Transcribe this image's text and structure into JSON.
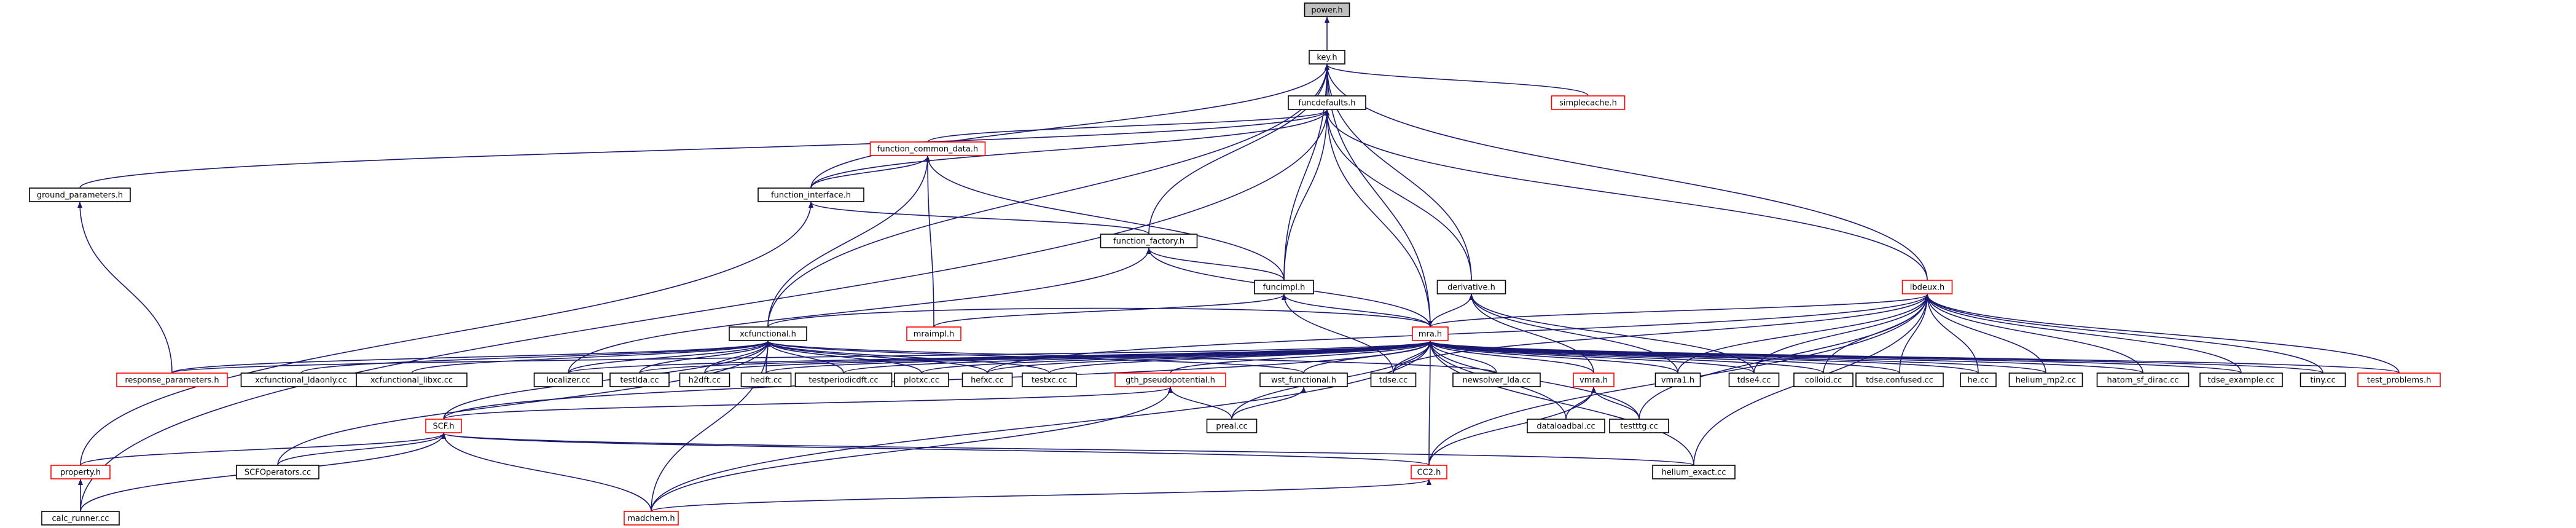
{
  "diagram": {
    "colors": {
      "edge": "#191970",
      "documented_border": "#000000",
      "undocumented_border": "#ff0000",
      "root_fill": "#bfbfbf",
      "background": "#ffffff"
    },
    "nodes": [
      {
        "id": "power_h",
        "label": "power.h",
        "style": "root"
      },
      {
        "id": "key_h",
        "label": "key.h",
        "style": "black"
      },
      {
        "id": "simplecache_h",
        "label": "simplecache.h",
        "style": "red"
      },
      {
        "id": "funcdefaults_h",
        "label": "funcdefaults.h",
        "style": "black"
      },
      {
        "id": "function_common_data_h",
        "label": "function_common_data.h",
        "style": "red"
      },
      {
        "id": "ground_parameters_h",
        "label": "ground_parameters.h",
        "style": "black"
      },
      {
        "id": "function_interface_h",
        "label": "function_interface.h",
        "style": "black"
      },
      {
        "id": "function_factory_h",
        "label": "function_factory.h",
        "style": "black"
      },
      {
        "id": "funcimpl_h",
        "label": "funcimpl.h",
        "style": "black"
      },
      {
        "id": "derivative_h",
        "label": "derivative.h",
        "style": "black"
      },
      {
        "id": "lbdeux_h",
        "label": "lbdeux.h",
        "style": "red"
      },
      {
        "id": "mraimpl_h",
        "label": "mraimpl.h",
        "style": "red"
      },
      {
        "id": "xcfunctional_h",
        "label": "xcfunctional.h",
        "style": "black"
      },
      {
        "id": "mra_h",
        "label": "mra.h",
        "style": "red"
      },
      {
        "id": "response_parameters_h",
        "label": "response_parameters.h",
        "style": "red"
      },
      {
        "id": "xcfunctional_ldaonly_cc",
        "label": "xcfunctional_ldaonly.cc",
        "style": "black"
      },
      {
        "id": "xcfunctional_libxc_cc",
        "label": "xcfunctional_libxc.cc",
        "style": "black"
      },
      {
        "id": "localizer_cc",
        "label": "localizer.cc",
        "style": "black"
      },
      {
        "id": "testlda_cc",
        "label": "testlda.cc",
        "style": "black"
      },
      {
        "id": "h2dft_cc",
        "label": "h2dft.cc",
        "style": "black"
      },
      {
        "id": "hedft_cc",
        "label": "hedft.cc",
        "style": "black"
      },
      {
        "id": "testperiodicdft_cc",
        "label": "testperiodicdft.cc",
        "style": "black"
      },
      {
        "id": "plotxc_cc",
        "label": "plotxc.cc",
        "style": "black"
      },
      {
        "id": "hefxc_cc",
        "label": "hefxc.cc",
        "style": "black"
      },
      {
        "id": "testxc_cc",
        "label": "testxc.cc",
        "style": "black"
      },
      {
        "id": "gth_pseudopotential_h",
        "label": "gth_pseudopotential.h",
        "style": "red"
      },
      {
        "id": "wst_functional_h",
        "label": "wst_functional.h",
        "style": "black"
      },
      {
        "id": "tdse_cc",
        "label": "tdse.cc",
        "style": "black"
      },
      {
        "id": "newsolver_lda_cc",
        "label": "newsolver_lda.cc",
        "style": "black"
      },
      {
        "id": "vmra_h",
        "label": "vmra.h",
        "style": "red"
      },
      {
        "id": "vmra1_h",
        "label": "vmra1.h",
        "style": "black"
      },
      {
        "id": "tdse4_cc",
        "label": "tdse4.cc",
        "style": "black"
      },
      {
        "id": "colloid_cc",
        "label": "colloid.cc",
        "style": "black"
      },
      {
        "id": "tdse_confused_cc",
        "label": "tdse.confused.cc",
        "style": "black"
      },
      {
        "id": "he_cc",
        "label": "he.cc",
        "style": "black"
      },
      {
        "id": "helium_mp2_cc",
        "label": "helium_mp2.cc",
        "style": "black"
      },
      {
        "id": "hatom_sf_dirac_cc",
        "label": "hatom_sf_dirac.cc",
        "style": "black"
      },
      {
        "id": "tdse_example_cc",
        "label": "tdse_example.cc",
        "style": "black"
      },
      {
        "id": "tiny_cc",
        "label": "tiny.cc",
        "style": "black"
      },
      {
        "id": "test_problems_h",
        "label": "test_problems.h",
        "style": "red"
      },
      {
        "id": "scf_h",
        "label": "SCF.h",
        "style": "red"
      },
      {
        "id": "preal_cc",
        "label": "preal.cc",
        "style": "black"
      },
      {
        "id": "dataloadbal_cc",
        "label": "dataloadbal.cc",
        "style": "black"
      },
      {
        "id": "testttg_cc",
        "label": "testttg.cc",
        "style": "black"
      },
      {
        "id": "property_h",
        "label": "property.h",
        "style": "red"
      },
      {
        "id": "scfoperators_cc",
        "label": "SCFOperators.cc",
        "style": "black"
      },
      {
        "id": "cc2_h",
        "label": "CC2.h",
        "style": "red"
      },
      {
        "id": "helium_exact_cc",
        "label": "helium_exact.cc",
        "style": "black"
      },
      {
        "id": "calc_runner_cc",
        "label": "calc_runner.cc",
        "style": "black"
      },
      {
        "id": "madchem_h",
        "label": "madchem.h",
        "style": "red"
      }
    ],
    "edges": [
      [
        "key_h",
        "power_h"
      ],
      [
        "funcdefaults_h",
        "key_h"
      ],
      [
        "simplecache_h",
        "key_h"
      ],
      [
        "function_interface_h",
        "key_h"
      ],
      [
        "xcfunctional_h",
        "key_h"
      ],
      [
        "function_factory_h",
        "key_h"
      ],
      [
        "funcimpl_h",
        "key_h"
      ],
      [
        "derivative_h",
        "key_h"
      ],
      [
        "lbdeux_h",
        "key_h"
      ],
      [
        "mra_h",
        "key_h"
      ],
      [
        "function_common_data_h",
        "funcdefaults_h"
      ],
      [
        "ground_parameters_h",
        "funcdefaults_h"
      ],
      [
        "function_interface_h",
        "funcdefaults_h"
      ],
      [
        "funcimpl_h",
        "funcdefaults_h"
      ],
      [
        "derivative_h",
        "funcdefaults_h"
      ],
      [
        "lbdeux_h",
        "funcdefaults_h"
      ],
      [
        "mra_h",
        "funcdefaults_h"
      ],
      [
        "calc_runner_cc",
        "funcdefaults_h"
      ],
      [
        "function_interface_h",
        "function_common_data_h"
      ],
      [
        "funcimpl_h",
        "function_common_data_h"
      ],
      [
        "mraimpl_h",
        "function_common_data_h"
      ],
      [
        "xcfunctional_h",
        "function_common_data_h"
      ],
      [
        "response_parameters_h",
        "ground_parameters_h"
      ],
      [
        "function_factory_h",
        "function_interface_h"
      ],
      [
        "property_h",
        "function_interface_h"
      ],
      [
        "funcimpl_h",
        "function_factory_h"
      ],
      [
        "mra_h",
        "function_factory_h"
      ],
      [
        "localizer_cc",
        "function_factory_h"
      ],
      [
        "mraimpl_h",
        "funcimpl_h"
      ],
      [
        "mra_h",
        "funcimpl_h"
      ],
      [
        "tdse_cc",
        "funcimpl_h"
      ],
      [
        "mra_h",
        "derivative_h"
      ],
      [
        "vmra1_h",
        "derivative_h"
      ],
      [
        "tdse4_cc",
        "derivative_h"
      ],
      [
        "vmra_h",
        "derivative_h"
      ],
      [
        "mra_h",
        "lbdeux_h"
      ],
      [
        "tdse_cc",
        "lbdeux_h"
      ],
      [
        "vmra1_h",
        "lbdeux_h"
      ],
      [
        "tdse4_cc",
        "lbdeux_h"
      ],
      [
        "colloid_cc",
        "lbdeux_h"
      ],
      [
        "tdse_confused_cc",
        "lbdeux_h"
      ],
      [
        "he_cc",
        "lbdeux_h"
      ],
      [
        "helium_mp2_cc",
        "lbdeux_h"
      ],
      [
        "hatom_sf_dirac_cc",
        "lbdeux_h"
      ],
      [
        "tdse_example_cc",
        "lbdeux_h"
      ],
      [
        "tiny_cc",
        "lbdeux_h"
      ],
      [
        "test_problems_h",
        "lbdeux_h"
      ],
      [
        "testttg_cc",
        "lbdeux_h"
      ],
      [
        "cc2_h",
        "lbdeux_h"
      ],
      [
        "helium_exact_cc",
        "lbdeux_h"
      ],
      [
        "hefxc_cc",
        "lbdeux_h"
      ],
      [
        "response_parameters_h",
        "xcfunctional_h"
      ],
      [
        "xcfunctional_ldaonly_cc",
        "xcfunctional_h"
      ],
      [
        "xcfunctional_libxc_cc",
        "xcfunctional_h"
      ],
      [
        "localizer_cc",
        "xcfunctional_h"
      ],
      [
        "testlda_cc",
        "xcfunctional_h"
      ],
      [
        "h2dft_cc",
        "xcfunctional_h"
      ],
      [
        "hedft_cc",
        "xcfunctional_h"
      ],
      [
        "testperiodicdft_cc",
        "xcfunctional_h"
      ],
      [
        "plotxc_cc",
        "xcfunctional_h"
      ],
      [
        "hefxc_cc",
        "xcfunctional_h"
      ],
      [
        "testxc_cc",
        "xcfunctional_h"
      ],
      [
        "wst_functional_h",
        "xcfunctional_h"
      ],
      [
        "scf_h",
        "xcfunctional_h"
      ],
      [
        "scfoperators_cc",
        "xcfunctional_h"
      ],
      [
        "madchem_h",
        "xcfunctional_h"
      ],
      [
        "newsolver_lda_cc",
        "xcfunctional_h"
      ],
      [
        "xcfunctional_h",
        "mra_h"
      ],
      [
        "localizer_cc",
        "mra_h"
      ],
      [
        "testlda_cc",
        "mra_h"
      ],
      [
        "h2dft_cc",
        "mra_h"
      ],
      [
        "hedft_cc",
        "mra_h"
      ],
      [
        "testperiodicdft_cc",
        "mra_h"
      ],
      [
        "plotxc_cc",
        "mra_h"
      ],
      [
        "hefxc_cc",
        "mra_h"
      ],
      [
        "testxc_cc",
        "mra_h"
      ],
      [
        "gth_pseudopotential_h",
        "mra_h"
      ],
      [
        "wst_functional_h",
        "mra_h"
      ],
      [
        "tdse_cc",
        "mra_h"
      ],
      [
        "newsolver_lda_cc",
        "mra_h"
      ],
      [
        "vmra_h",
        "mra_h"
      ],
      [
        "vmra1_h",
        "mra_h"
      ],
      [
        "tdse4_cc",
        "mra_h"
      ],
      [
        "colloid_cc",
        "mra_h"
      ],
      [
        "tdse_confused_cc",
        "mra_h"
      ],
      [
        "he_cc",
        "mra_h"
      ],
      [
        "helium_mp2_cc",
        "mra_h"
      ],
      [
        "hatom_sf_dirac_cc",
        "mra_h"
      ],
      [
        "tdse_example_cc",
        "mra_h"
      ],
      [
        "tiny_cc",
        "mra_h"
      ],
      [
        "test_problems_h",
        "mra_h"
      ],
      [
        "scf_h",
        "mra_h"
      ],
      [
        "preal_cc",
        "mra_h"
      ],
      [
        "dataloadbal_cc",
        "mra_h"
      ],
      [
        "testttg_cc",
        "mra_h"
      ],
      [
        "cc2_h",
        "mra_h"
      ],
      [
        "helium_exact_cc",
        "mra_h"
      ],
      [
        "madchem_h",
        "mra_h"
      ],
      [
        "response_parameters_h",
        "mra_h"
      ],
      [
        "scf_h",
        "gth_pseudopotential_h"
      ],
      [
        "preal_cc",
        "gth_pseudopotential_h"
      ],
      [
        "madchem_h",
        "gth_pseudopotential_h"
      ],
      [
        "preal_cc",
        "wst_functional_h"
      ],
      [
        "dataloadbal_cc",
        "vmra_h"
      ],
      [
        "testttg_cc",
        "vmra_h"
      ],
      [
        "cc2_h",
        "vmra_h"
      ],
      [
        "property_h",
        "scf_h"
      ],
      [
        "scfoperators_cc",
        "scf_h"
      ],
      [
        "calc_runner_cc",
        "scf_h"
      ],
      [
        "madchem_h",
        "scf_h"
      ],
      [
        "helium_exact_cc",
        "scf_h"
      ],
      [
        "cc2_h",
        "scf_h"
      ],
      [
        "calc_runner_cc",
        "property_h"
      ],
      [
        "madchem_h",
        "cc2_h"
      ]
    ]
  }
}
